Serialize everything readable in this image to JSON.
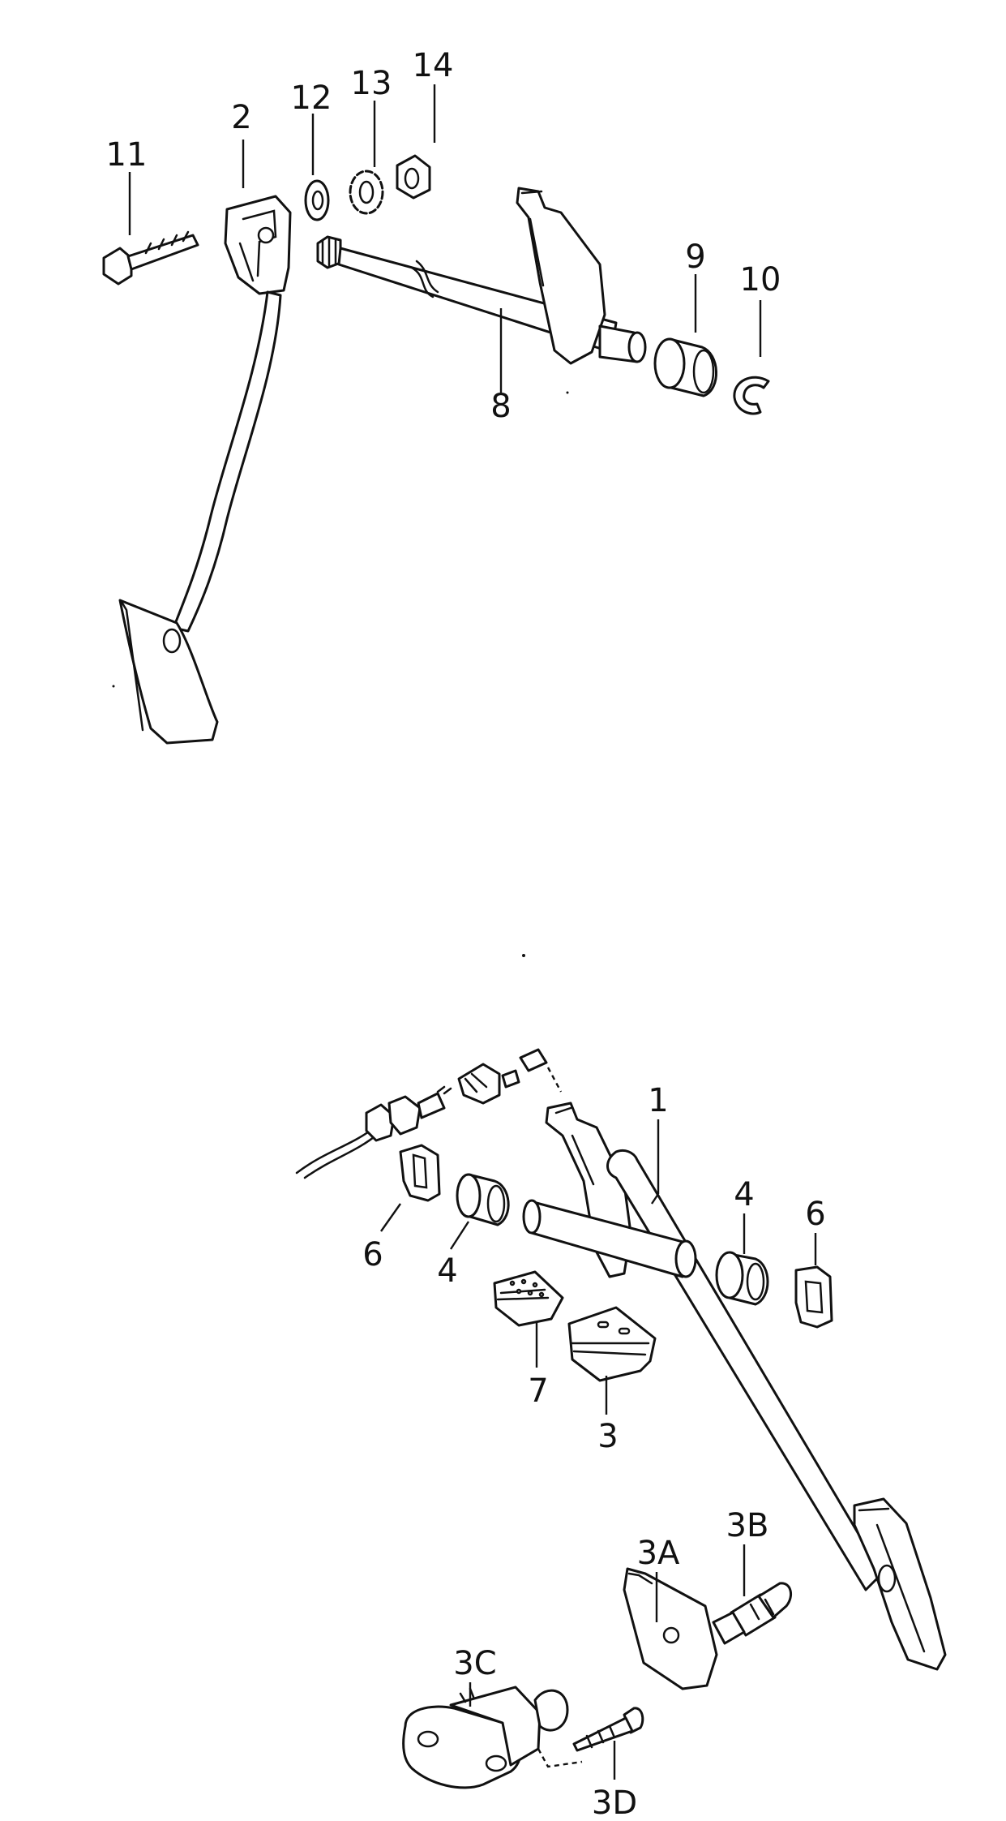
{
  "callouts": {
    "n1": "1",
    "n2": "2",
    "n3": "3",
    "n3a": "3A",
    "n3b": "3B",
    "n3c": "3C",
    "n3d": "3D",
    "n4a": "4",
    "n4b": "4",
    "n6a": "6",
    "n6b": "6",
    "n7": "7",
    "n8": "8",
    "n9": "9",
    "n10": "10",
    "n11": "11",
    "n12": "12",
    "n13": "13",
    "n14": "14"
  },
  "colors": {
    "line": "#111111",
    "background": "#ffffff"
  }
}
